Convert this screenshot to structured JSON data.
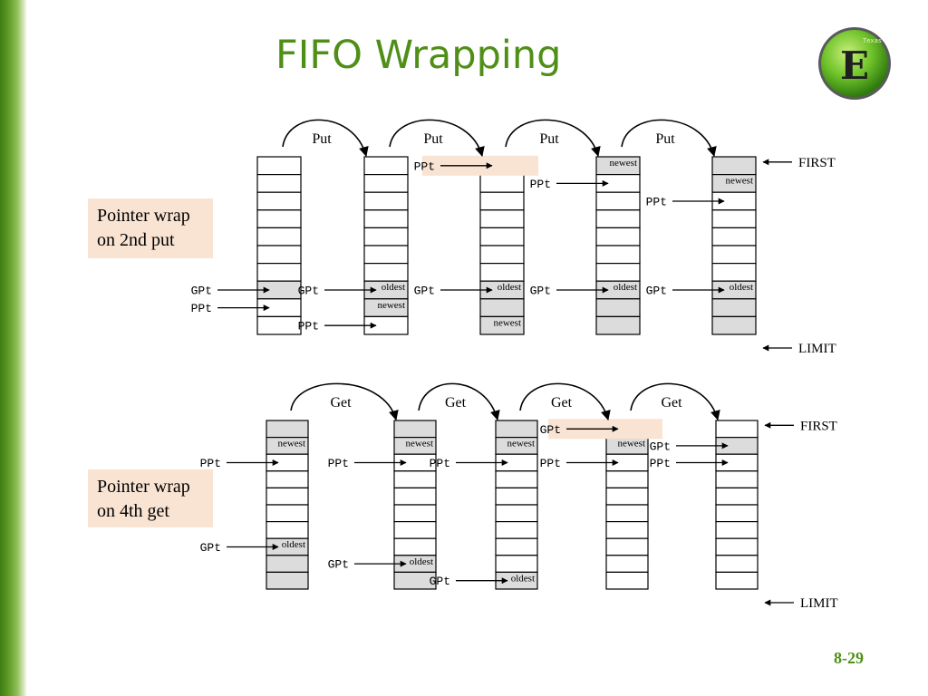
{
  "slide": {
    "title": "FIFO Wrapping",
    "page_number": "8-29",
    "callout_put": "Pointer wrap\non 2nd put",
    "callout_get": "Pointer wrap\non 4th get"
  },
  "labels": {
    "first": "FIRST",
    "limit": "LIMIT",
    "put": "Put",
    "get": "Get",
    "ppt": "PPt",
    "gpt": "GPt",
    "oldest": "oldest",
    "newest": "newest"
  },
  "colors": {
    "accent_green": "#4f8f17",
    "highlight": "#f9e3d2",
    "filled_cell": "#dcdcdc"
  },
  "logo": {
    "letter": "E",
    "caption": "Texas"
  },
  "put_sequence": {
    "slots": 10,
    "fifos": [
      {
        "filled": [
          7
        ],
        "oldest": null,
        "newest": null,
        "gpt": 7,
        "ppt": 8,
        "ppt_highlight": false
      },
      {
        "filled": [
          7,
          8
        ],
        "oldest": 7,
        "newest": 8,
        "gpt": 7,
        "ppt": 9,
        "ppt_highlight": false
      },
      {
        "filled": [
          7,
          8,
          9
        ],
        "oldest": 7,
        "newest": 9,
        "gpt": 7,
        "ppt": 0,
        "ppt_highlight": true
      },
      {
        "filled": [
          0,
          7,
          8,
          9
        ],
        "oldest": 7,
        "newest": 0,
        "gpt": 7,
        "ppt": 1,
        "ppt_highlight": false
      },
      {
        "filled": [
          0,
          1,
          7,
          8,
          9
        ],
        "oldest": 7,
        "newest": 1,
        "gpt": 7,
        "ppt": 2,
        "ppt_highlight": false
      }
    ]
  },
  "get_sequence": {
    "slots": 10,
    "fifos": [
      {
        "filled": [
          0,
          1,
          7,
          8,
          9
        ],
        "oldest": 7,
        "newest": 1,
        "gpt": 7,
        "ppt": 2,
        "gpt_highlight": false
      },
      {
        "filled": [
          0,
          1,
          8,
          9
        ],
        "oldest": 8,
        "newest": 1,
        "gpt": 8,
        "ppt": 2,
        "gpt_highlight": false
      },
      {
        "filled": [
          0,
          1,
          9
        ],
        "oldest": 9,
        "newest": 1,
        "gpt": 9,
        "ppt": 2,
        "gpt_highlight": false
      },
      {
        "filled": [
          0,
          1
        ],
        "oldest": 0,
        "newest": 1,
        "gpt": 0,
        "ppt": 2,
        "gpt_highlight": true
      },
      {
        "filled": [
          1
        ],
        "oldest": null,
        "newest": null,
        "gpt": 1,
        "ppt": 2,
        "gpt_highlight": false
      }
    ]
  }
}
